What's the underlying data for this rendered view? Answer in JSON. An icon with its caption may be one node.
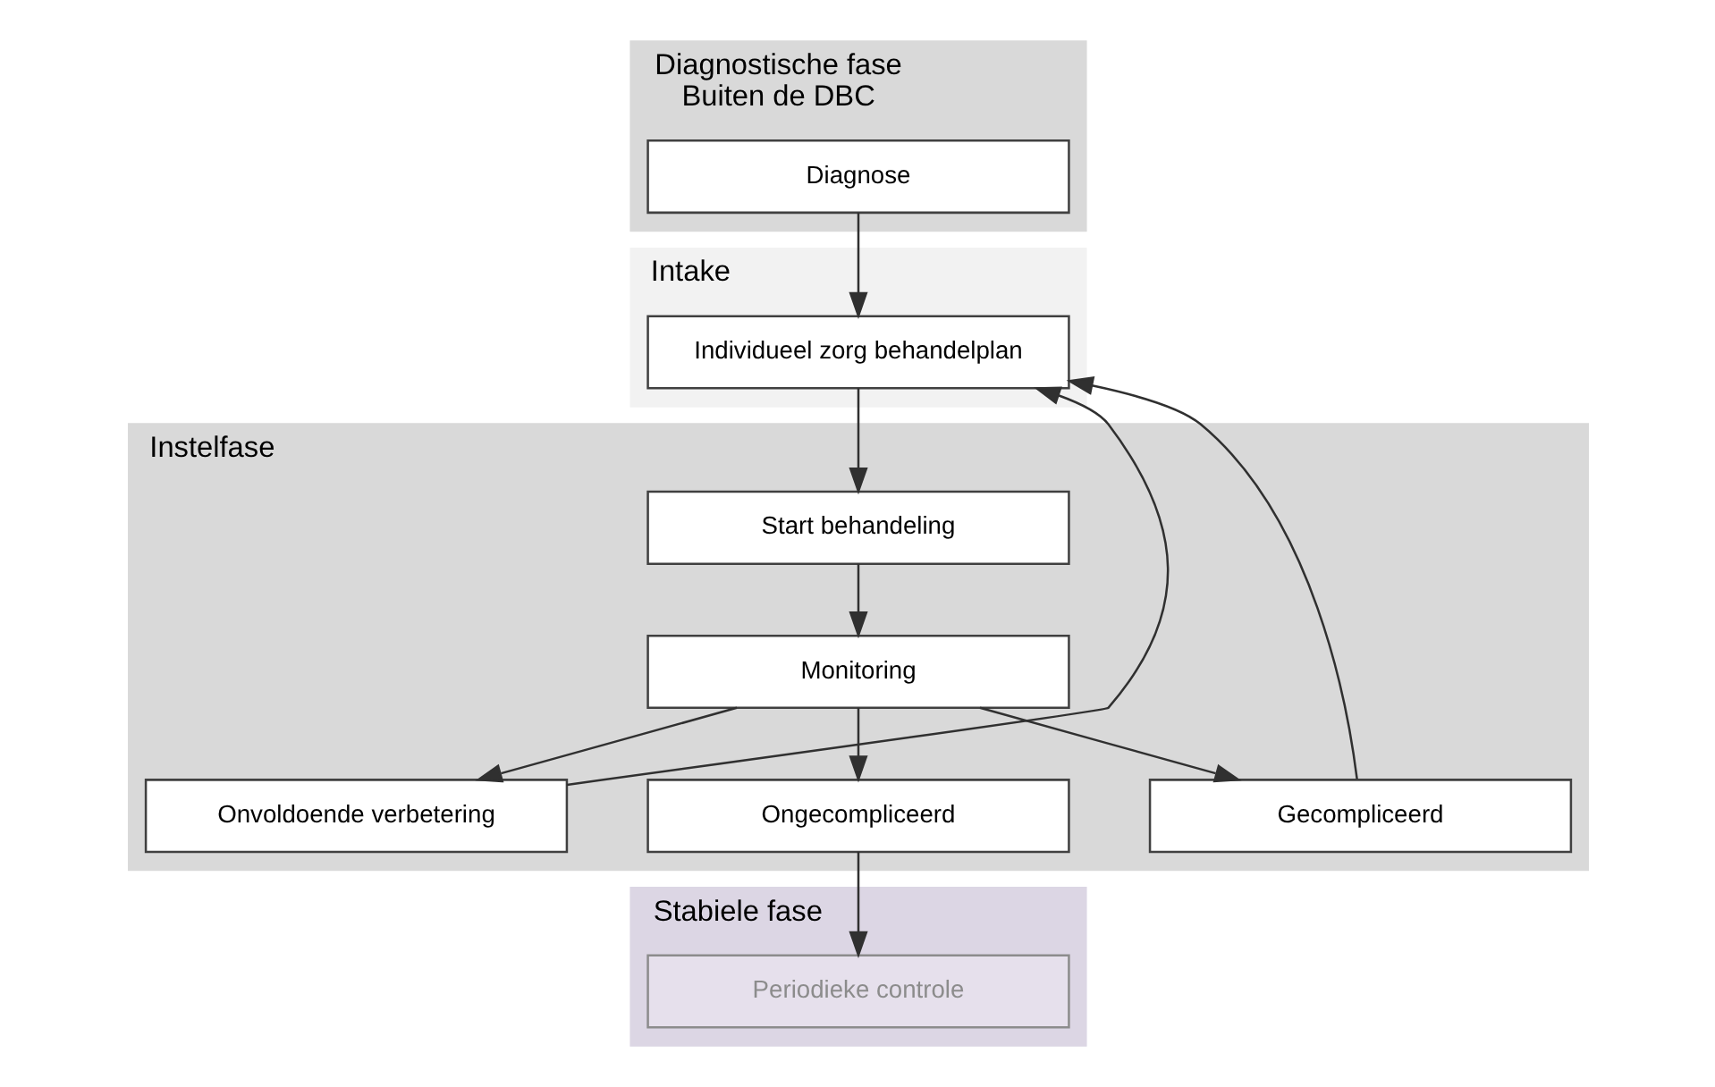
{
  "diagram": {
    "nodes": [
      {
        "text": [
          "Diagnostische fase",
          "Buiten de DBC"
        ]
      },
      {
        "text": [
          "Diagnose"
        ],
        "in": 0
      },
      {
        "text": [
          "Intake"
        ]
      },
      {
        "text": [
          "Individueel zorg behandelplan"
        ],
        "in": 2
      },
      {
        "text": [
          "Instelfase"
        ]
      },
      {
        "text": [
          "Start behandeling"
        ],
        "in": 4
      },
      {
        "text": [
          "Monitoring"
        ],
        "in": 4
      },
      {
        "text": [
          "Onvoldoende verbetering"
        ],
        "in": 4
      },
      {
        "text": [
          "Ongecompliceerd"
        ],
        "in": 4
      },
      {
        "text": [
          "Gecompliceerd"
        ],
        "in": 4
      },
      {
        "text": [
          "Stabiele fase"
        ]
      },
      {
        "text": [
          "Periodieke controle"
        ],
        "in": 10
      }
    ],
    "edges": [
      {
        "from": 1,
        "to": 3,
        "arrow": "to"
      },
      {
        "from": 3,
        "to": 5,
        "arrow": "to"
      },
      {
        "from": 5,
        "to": 6,
        "arrow": "to"
      },
      {
        "from": 6,
        "to": 7,
        "arrow": "to"
      },
      {
        "from": 6,
        "to": 8,
        "arrow": "to"
      },
      {
        "from": 6,
        "to": 9,
        "arrow": "to"
      },
      {
        "from": 7,
        "to": 3,
        "arrow": "to"
      },
      {
        "from": 9,
        "to": 3,
        "arrow": "to"
      },
      {
        "from": 8,
        "to": 11,
        "arrow": "to"
      }
    ]
  }
}
